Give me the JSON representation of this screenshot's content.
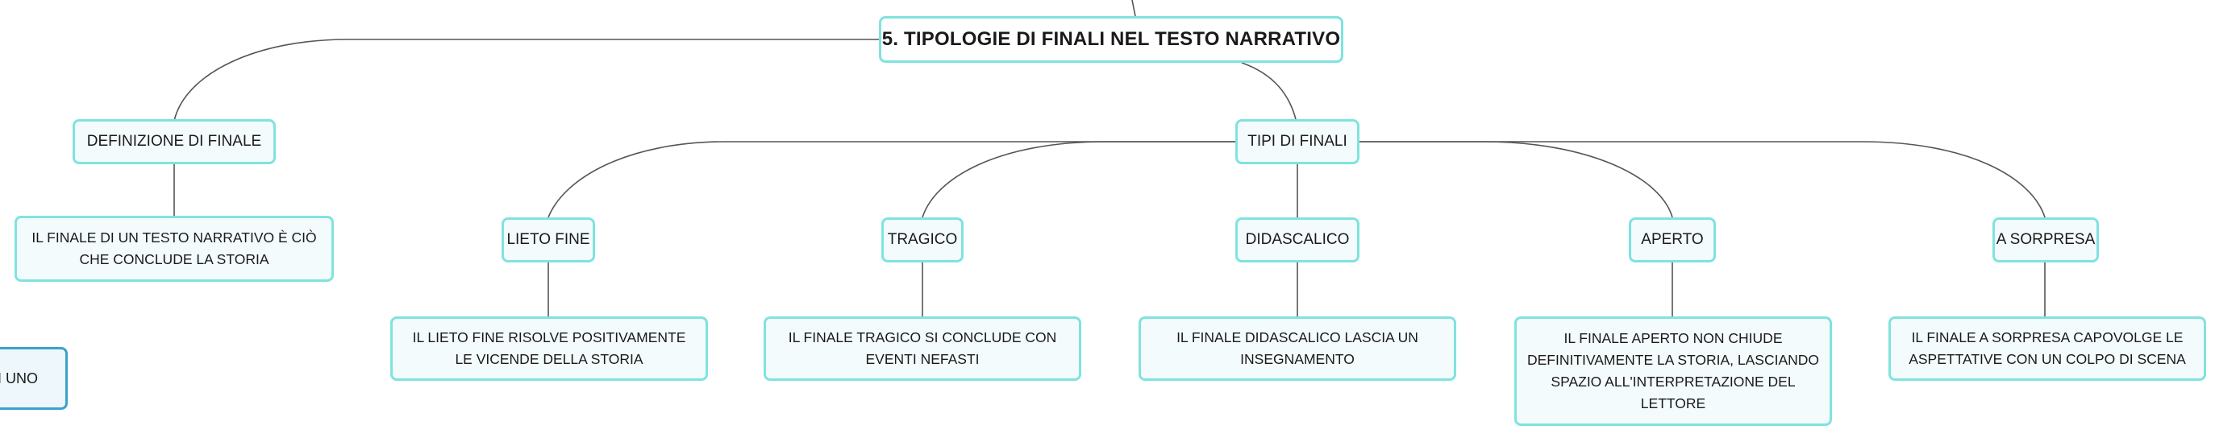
{
  "colors": {
    "node_border": "#7fe3df",
    "node_fill": "#f4fbfc",
    "edge": "#555555",
    "partial_border": "#39a3c9"
  },
  "root": {
    "label": "5. TIPOLOGIE DI FINALI NEL TESTO NARRATIVO"
  },
  "definition": {
    "label": "DEFINIZIONE DI FINALE",
    "text": "IL FINALE DI UN TESTO NARRATIVO È CIÒ CHE CONCLUDE LA STORIA"
  },
  "types": {
    "label": "TIPI DI FINALI",
    "items": [
      {
        "label": "LIETO FINE",
        "text": "IL LIETO FINE RISOLVE POSITIVAMENTE LE VICENDE DELLA STORIA"
      },
      {
        "label": "TRAGICO",
        "text": "IL FINALE TRAGICO SI CONCLUDE CON EVENTI NEFASTI"
      },
      {
        "label": "DIDASCALICO",
        "text": "IL FINALE DIDASCALICO LASCIA UN INSEGNAMENTO"
      },
      {
        "label": "APERTO",
        "text": "IL FINALE APERTO NON CHIUDE DEFINITIVAMENTE LA STORIA, LASCIANDO SPAZIO ALL'INTERPRETAZIONE DEL LETTORE"
      },
      {
        "label": "A SORPRESA",
        "text": "IL FINALE A SORPRESA CAPOVOLGE LE ASPETTATIVE CON UN COLPO DI SCENA"
      }
    ]
  },
  "offscreen_node": {
    "label": "I UNO"
  }
}
